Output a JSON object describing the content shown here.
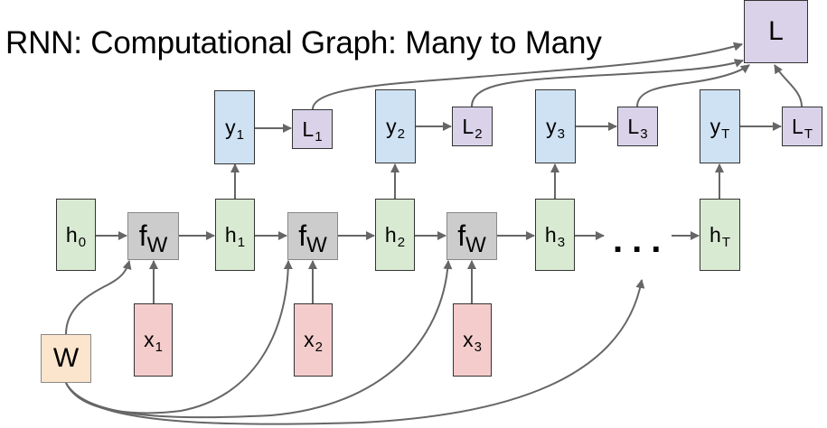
{
  "title": "RNN: Computational Graph: Many to Many",
  "nodes": {
    "h0": {
      "base": "h",
      "sub": "0"
    },
    "h1": {
      "base": "h",
      "sub": "1"
    },
    "h2": {
      "base": "h",
      "sub": "2"
    },
    "h3": {
      "base": "h",
      "sub": "3"
    },
    "hT": {
      "base": "h",
      "sub": "T"
    },
    "fw1": {
      "base": "f",
      "sub": "W"
    },
    "fw2": {
      "base": "f",
      "sub": "W"
    },
    "fw3": {
      "base": "f",
      "sub": "W"
    },
    "y1": {
      "base": "y",
      "sub": "1"
    },
    "y2": {
      "base": "y",
      "sub": "2"
    },
    "y3": {
      "base": "y",
      "sub": "3"
    },
    "yT": {
      "base": "y",
      "sub": "T"
    },
    "L1": {
      "base": "L",
      "sub": "1"
    },
    "L2": {
      "base": "L",
      "sub": "2"
    },
    "L3": {
      "base": "L",
      "sub": "3"
    },
    "LT": {
      "base": "L",
      "sub": "T"
    },
    "x1": {
      "base": "x",
      "sub": "1"
    },
    "x2": {
      "base": "x",
      "sub": "2"
    },
    "x3": {
      "base": "x",
      "sub": "3"
    },
    "W": {
      "base": "W"
    },
    "L": {
      "base": "L"
    }
  },
  "ellipsis": "...",
  "colors": {
    "hidden": "#d9ead3",
    "output": "#cfe2f3",
    "loss": "#d9d2e9",
    "input": "#f4cccc",
    "function": "#cccccc",
    "weights": "#fce5cd",
    "edge": "#666666"
  },
  "edges": [
    [
      "h0",
      "fw1"
    ],
    [
      "fw1",
      "h1"
    ],
    [
      "h1",
      "fw2"
    ],
    [
      "fw2",
      "h2"
    ],
    [
      "h2",
      "fw3"
    ],
    [
      "fw3",
      "h3"
    ],
    [
      "h3",
      "ellipsis"
    ],
    [
      "ellipsis",
      "hT"
    ],
    [
      "x1",
      "fw1"
    ],
    [
      "x2",
      "fw2"
    ],
    [
      "x3",
      "fw3"
    ],
    [
      "h1",
      "y1"
    ],
    [
      "h2",
      "y2"
    ],
    [
      "h3",
      "y3"
    ],
    [
      "hT",
      "yT"
    ],
    [
      "y1",
      "L1"
    ],
    [
      "y2",
      "L2"
    ],
    [
      "y3",
      "L3"
    ],
    [
      "yT",
      "LT"
    ],
    [
      "L1",
      "L"
    ],
    [
      "L2",
      "L"
    ],
    [
      "L3",
      "L"
    ],
    [
      "LT",
      "L"
    ],
    [
      "W",
      "fw1"
    ],
    [
      "W",
      "fw2"
    ],
    [
      "W",
      "fw3"
    ],
    [
      "W",
      "ellipsis"
    ]
  ]
}
